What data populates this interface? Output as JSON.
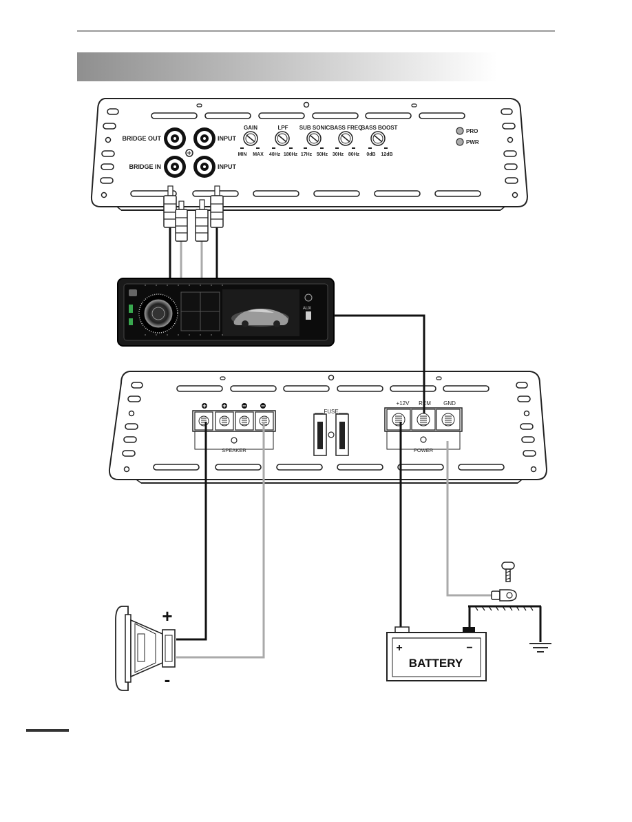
{
  "amp_top": {
    "bridge_out": "BRIDGE OUT",
    "bridge_in": "BRIDGE IN",
    "input_1": "INPUT",
    "input_2": "INPUT",
    "gain": "GAIN",
    "gain_min": "MIN",
    "gain_max": "MAX",
    "lpf": "LPF",
    "lpf_min": "40Hz",
    "lpf_max": "180Hz",
    "sub_sonic": "SUB SONIC",
    "sub_min": "17Hz",
    "sub_max": "50Hz",
    "bass_freq": "BASS FREQ",
    "bf_min": "30Hz",
    "bf_max": "80Hz",
    "bass_boost": "BASS BOOST",
    "bb_min": "0dB",
    "bb_max": "12dB",
    "pro": "PRO",
    "pwr": "PWR"
  },
  "head_unit": {
    "aux": "AUX"
  },
  "amp_bottom": {
    "speaker": "SPEAKER",
    "fuse": "FUSE",
    "v12": "+12V",
    "rem": "REM",
    "gnd": "GND",
    "power": "POWER"
  },
  "speaker": {
    "plus": "+",
    "minus": "-"
  },
  "battery": {
    "label": "BATTERY",
    "plus": "+",
    "minus": "−"
  },
  "colors": {
    "header_grad_start": "#8f8f8f",
    "header_grad_end": "#ffffff",
    "wire_dark": "#111111",
    "wire_gray": "#aaaaaa"
  }
}
